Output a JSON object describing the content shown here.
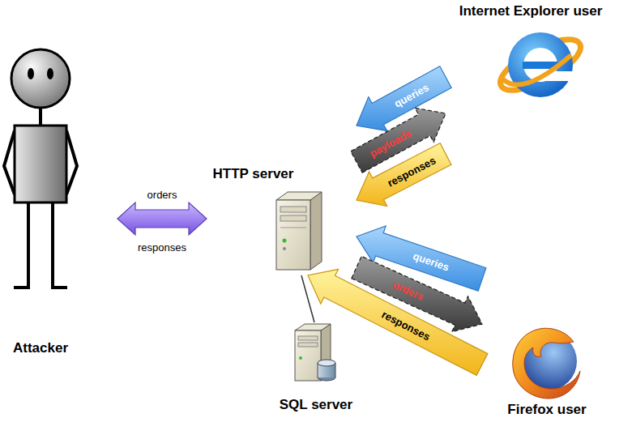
{
  "diagram": {
    "nodes": [
      {
        "text": [
          "Internet Explorer user"
        ]
      },
      {
        "text": [
          "HTTP server"
        ]
      },
      {
        "text": [
          "Attacker"
        ]
      },
      {
        "text": [
          "SQL server"
        ]
      },
      {
        "text": [
          "Firefox user"
        ]
      }
    ],
    "edges": [
      {
        "from": 2,
        "to": 1,
        "arrow": "both",
        "label": "orders"
      },
      {
        "from": 0,
        "to": 1,
        "arrow": "to",
        "label": "queries"
      },
      {
        "from": 1,
        "to": 0,
        "arrow": "to",
        "label": "payloads"
      },
      {
        "from": 0,
        "to": 1,
        "arrow": "to",
        "label": "responses"
      },
      {
        "from": 4,
        "to": 1,
        "arrow": "to",
        "label": "queries"
      },
      {
        "from": 1,
        "to": 4,
        "arrow": "to",
        "label": "orders"
      },
      {
        "from": 4,
        "to": 1,
        "arrow": "to",
        "label": "responses"
      },
      {
        "from": 1,
        "to": 3,
        "arrow": "none"
      }
    ],
    "labels": [
      "responses"
    ]
  }
}
